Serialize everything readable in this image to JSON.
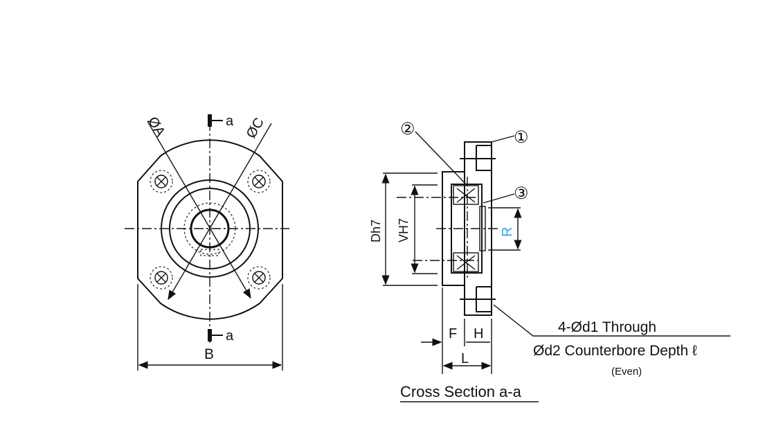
{
  "front_view": {
    "label_dia_a": "ØA",
    "label_dia_c": "ØC",
    "section_mark_top": "a",
    "section_mark_bottom": "a",
    "label_width": "B"
  },
  "cross_section": {
    "callout_1": "①",
    "callout_2": "②",
    "callout_3": "③",
    "label_d": "Dh7",
    "label_v": "VH7",
    "label_r": "R",
    "label_f": "F",
    "label_h": "H",
    "label_l": "L",
    "note_line1": "4-Ød1 Through",
    "note_line2": "Ød2 Counterbore Depth ℓ",
    "note_line3": "(Even)",
    "title": "Cross Section a-a"
  },
  "colors": {
    "line": "#111111",
    "r_label": "#3aa6d8"
  }
}
